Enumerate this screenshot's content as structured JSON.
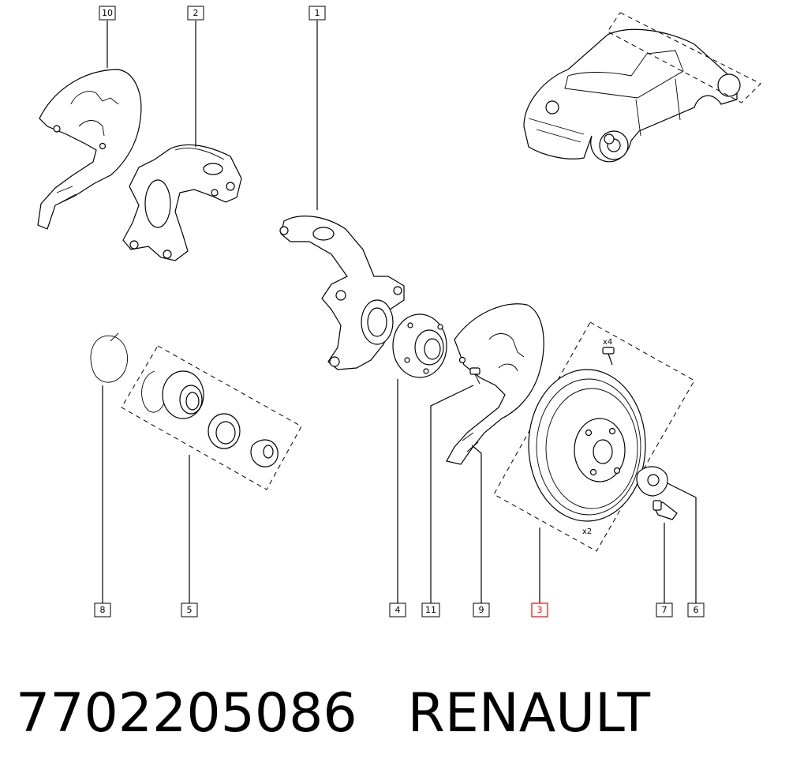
{
  "callouts": {
    "c10": "10",
    "c2": "2",
    "c1": "1",
    "c8": "8",
    "c5": "5",
    "c4": "4",
    "c11": "11",
    "c9": "9",
    "c3": "3",
    "c7": "7",
    "c6": "6"
  },
  "highlighted_callout": "3",
  "quantities": {
    "bolt_qty": "x4",
    "disc_qty": "x2"
  },
  "caption": {
    "part_number": "7702205086",
    "brand": "RENAULT"
  },
  "colors": {
    "line": "#000000",
    "highlight": "#ff0000",
    "background": "#ffffff"
  }
}
